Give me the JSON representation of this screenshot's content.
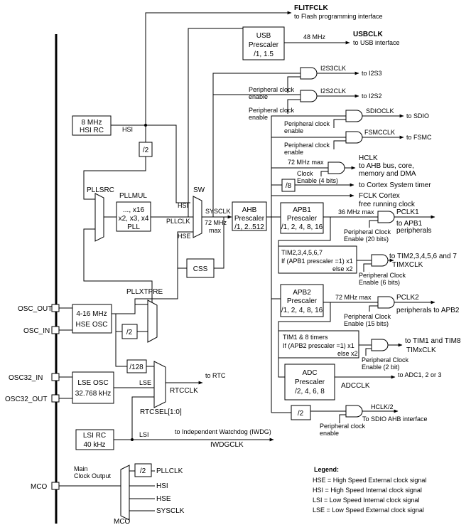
{
  "flitf": {
    "l1": "FLITFCLK",
    "l2": "to Flash programming interface"
  },
  "usb": {
    "b1": "USB",
    "b2": "Prescaler",
    "b3": "/1, 1.5",
    "freq": "48 MHz",
    "out1": "USBCLK",
    "out2": "to USB interface"
  },
  "i2s3": {
    "sig": "I2S3CLK",
    "out": "to I2S3",
    "en1": "Peripheral clock",
    "en2": "enable"
  },
  "i2s2": {
    "sig": "I2S2CLK",
    "out": "to I2S2",
    "en1": "Peripheral clock",
    "en2": "enable"
  },
  "sdio": {
    "sig": "SDIOCLK",
    "out": "to SDIO",
    "en1": "Peripheral clock",
    "en2": "enable"
  },
  "fsmc": {
    "sig": "FSMCCLK",
    "out": "to FSMC",
    "en1": "Peripheral clock",
    "en2": "enable"
  },
  "hsirc": {
    "l1": "8 MHz",
    "l2": "HSI RC",
    "sig": "HSI"
  },
  "div2a": "/2",
  "hclk": {
    "max": "72 MHz max",
    "l1": "HCLK",
    "l2": "to AHB bus, core,",
    "l3": "memory and DMA",
    "en1": "Clock",
    "en2": "Enable (4 bits)"
  },
  "cortex": {
    "div": "/8",
    "out": "to Cortex System timer",
    "fclk1": "FCLK Cortex",
    "fclk2": "free running clock"
  },
  "pllsrc": "PLLSRC",
  "pllmul": {
    "name": "PLLMUL",
    "l1": "..., x16",
    "l2": "x2, x3, x4",
    "l3": "PLL"
  },
  "sw": {
    "name": "SW",
    "hsi": "HSI",
    "pllclk": "PLLCLK",
    "hse": "HSE",
    "sysclk": "SYSCLK",
    "max1": "72 MHz",
    "max2": "max"
  },
  "ahb": {
    "l1": "AHB",
    "l2": "Prescaler",
    "l3": "/1, 2..512"
  },
  "apb1": {
    "l1": "APB1",
    "l2": "Prescaler",
    "l3": "/1, 2, 4, 8, 16",
    "max": "36 MHz max",
    "pclk": "PCLK1",
    "out1": "to APB1",
    "out2": "peripherals",
    "en1": "Peripheral Clock",
    "en2": "Enable (20 bits)"
  },
  "css": "CSS",
  "tim27": {
    "l1": "TIM2,3,4,5,6,7",
    "l2": "If (APB1 prescaler =1) x1",
    "l3": "else  x2",
    "out1": "to TIM2,3,4,5,6 and 7",
    "out2": "TIMXCLK",
    "en1": "Peripheral Clock",
    "en2": "Enable (6 bits)"
  },
  "pllxtpre": "PLLXTPRE",
  "osc_out": "OSC_OUT",
  "osc_in": "OSC_IN",
  "hseosc": {
    "l1": "4-16 MHz",
    "l2": "HSE OSC"
  },
  "div2b": "/2",
  "apb2": {
    "l1": "APB2",
    "l2": "Prescaler",
    "l3": "/1, 2, 4, 8, 16",
    "max": "72 MHz max",
    "pclk": "PCLK2",
    "out": "peripherals to APB2",
    "en1": "Peripheral Clock",
    "en2": "Enable (15 bits)"
  },
  "tim18": {
    "l1": "TIM1 & 8 timers",
    "l2": "If (APB2 prescaler =1) x1",
    "l3": "else x2",
    "out": "to TIM1 and TIM8",
    "sig": "TIMxCLK",
    "en1": "Peripheral Clock",
    "en2": "Enable (2 bit)"
  },
  "div128": "/128",
  "osc32_in": "OSC32_IN",
  "osc32_out": "OSC32_OUT",
  "lse": {
    "l1": "LSE OSC",
    "l2": "32.768 kHz",
    "sig": "LSE"
  },
  "rtc": {
    "to": "to RTC",
    "clk": "RTCCLK",
    "sel": "RTCSEL[1:0]"
  },
  "adc": {
    "l1": "ADC",
    "l2": "Prescaler",
    "l3": "/2, 4, 6, 8",
    "out": "to ADC1, 2 or 3",
    "clk": "ADCCLK"
  },
  "lsi": {
    "l1": "LSI RC",
    "l2": "40 kHz",
    "sig": "LSI",
    "iwdg1": "to Independent Watchdog (IWDG)",
    "iwdg2": "IWDGCLK"
  },
  "hclk2": {
    "div": "/2",
    "sig": "HCLK/2",
    "out": "To SDIO AHB interface",
    "en1": "Peripheral clock",
    "en2": "enable"
  },
  "mco": {
    "pin": "MCO",
    "l1": "Main",
    "l2": "Clock Output",
    "div": "/2",
    "pllclk": "PLLCLK",
    "hsi": "HSI",
    "hse": "HSE",
    "sysclk": "SYSCLK",
    "mux": "MCO"
  },
  "legend": {
    "title": "Legend:",
    "hse": "HSE = High Speed External clock signal",
    "hsi": "HSI = High Speed Internal clock signal",
    "lsi": "LSI = Low Speed Internal clock signal",
    "lse": "LSE = Low Speed External clock signal"
  }
}
